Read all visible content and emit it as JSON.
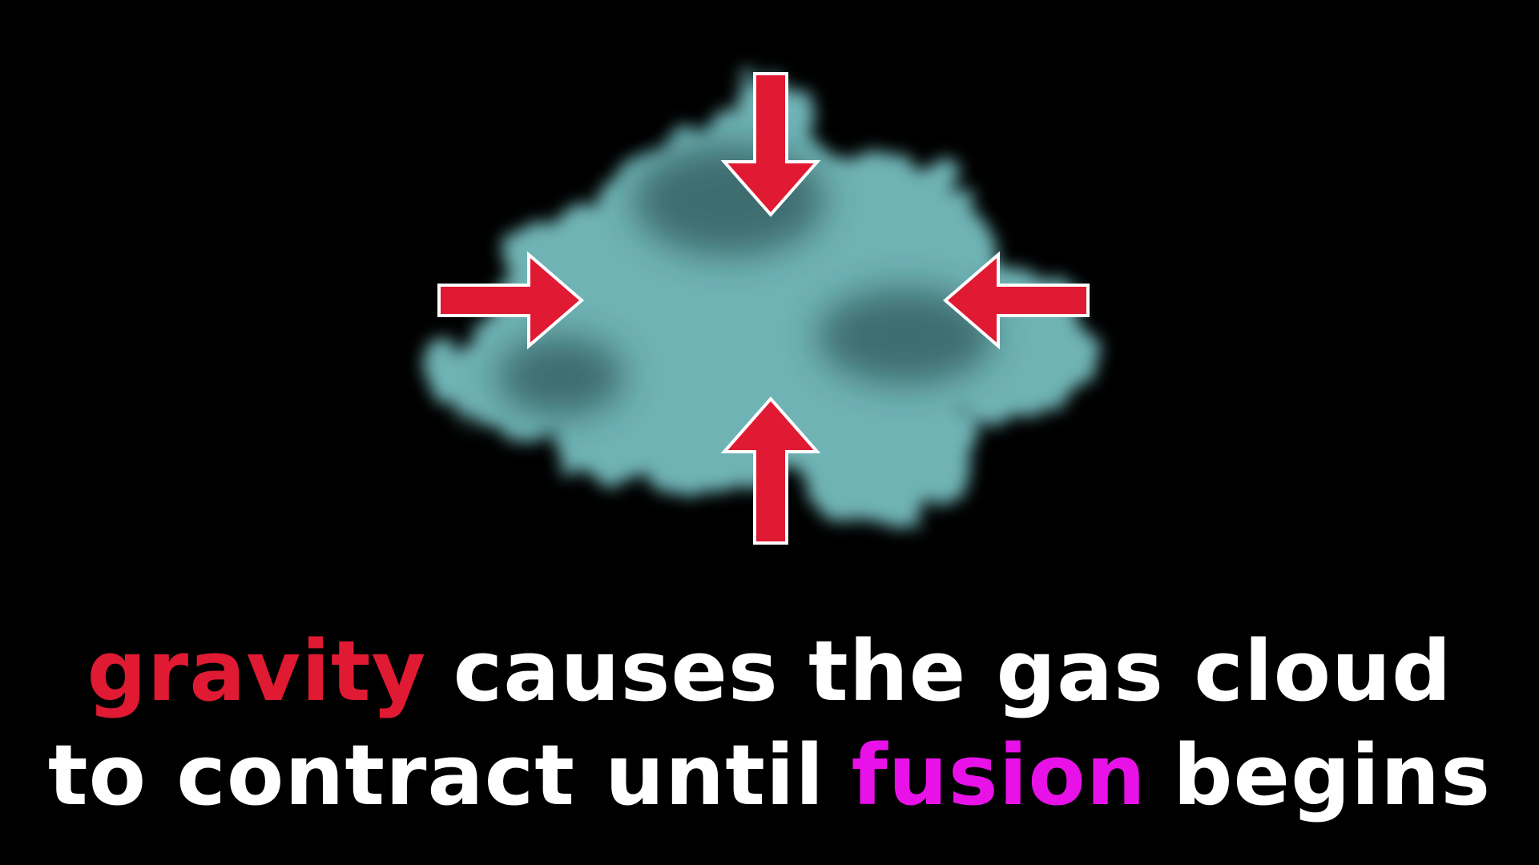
{
  "caption": {
    "line1": {
      "highlight": "gravity",
      "rest": "causes the gas cloud"
    },
    "line2": {
      "before": "to contract until",
      "highlight": "fusion",
      "after": "begins"
    }
  },
  "colors": {
    "background": "#000000",
    "cloud": "#6fb3b5",
    "arrow_fill": "#e01a32",
    "arrow_outline": "#ffffff",
    "gravity_word": "#e01a32",
    "fusion_word": "#e812e8",
    "caption_text": "#ffffff"
  },
  "icons": {
    "arrows": [
      "arrow-down-icon",
      "arrow-right-icon",
      "arrow-left-icon",
      "arrow-up-icon"
    ]
  }
}
